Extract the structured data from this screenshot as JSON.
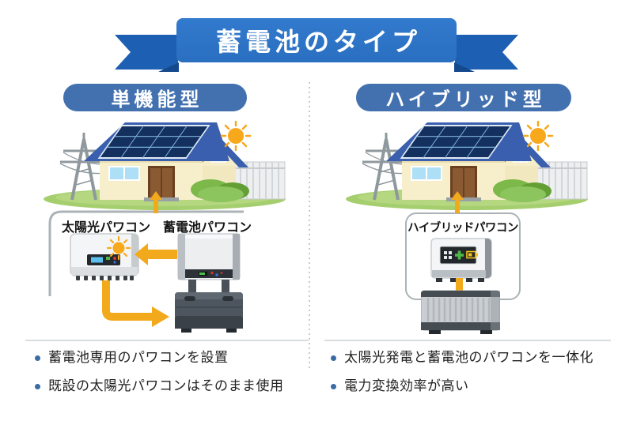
{
  "banner": {
    "title": "蓄電池のタイプ"
  },
  "left_column": {
    "header": "単機能型",
    "solar_inverter_label": "太陽光パワコン",
    "battery_inverter_label": "蓄電池パワコン",
    "bullets": [
      "蓄電池専用のパワコンを設置",
      "既設の太陽光パワコンはそのまま使用"
    ]
  },
  "right_column": {
    "header": "ハイブリッド型",
    "hybrid_inverter_label": "ハイブリッドパワコン",
    "bullets": [
      "太陽光発電と蓄電池のパワコンを一体化",
      "電力変換効率が高い"
    ]
  },
  "icons": {
    "sun": "☀",
    "up_arrow": "▲",
    "left_arrow": "◀",
    "right_arrow": "▶"
  },
  "colors": {
    "ribbon_blue": "#2e74c7",
    "ribbon_tail_blue": "#1d5fb2",
    "ribbon_fold_blue": "#15498e",
    "header_pill_blue": "#4371af",
    "arrow_yellow": "#f2a91c",
    "bullet_dot_blue": "#3a6ba3",
    "box_border_gray": "#abb3b7",
    "roof_blue": "#3a5fae",
    "panel_navy": "#14305f",
    "wall_beige": "#f7efcb",
    "grass_green": "#a5ce6e",
    "text_dark": "#222222"
  }
}
